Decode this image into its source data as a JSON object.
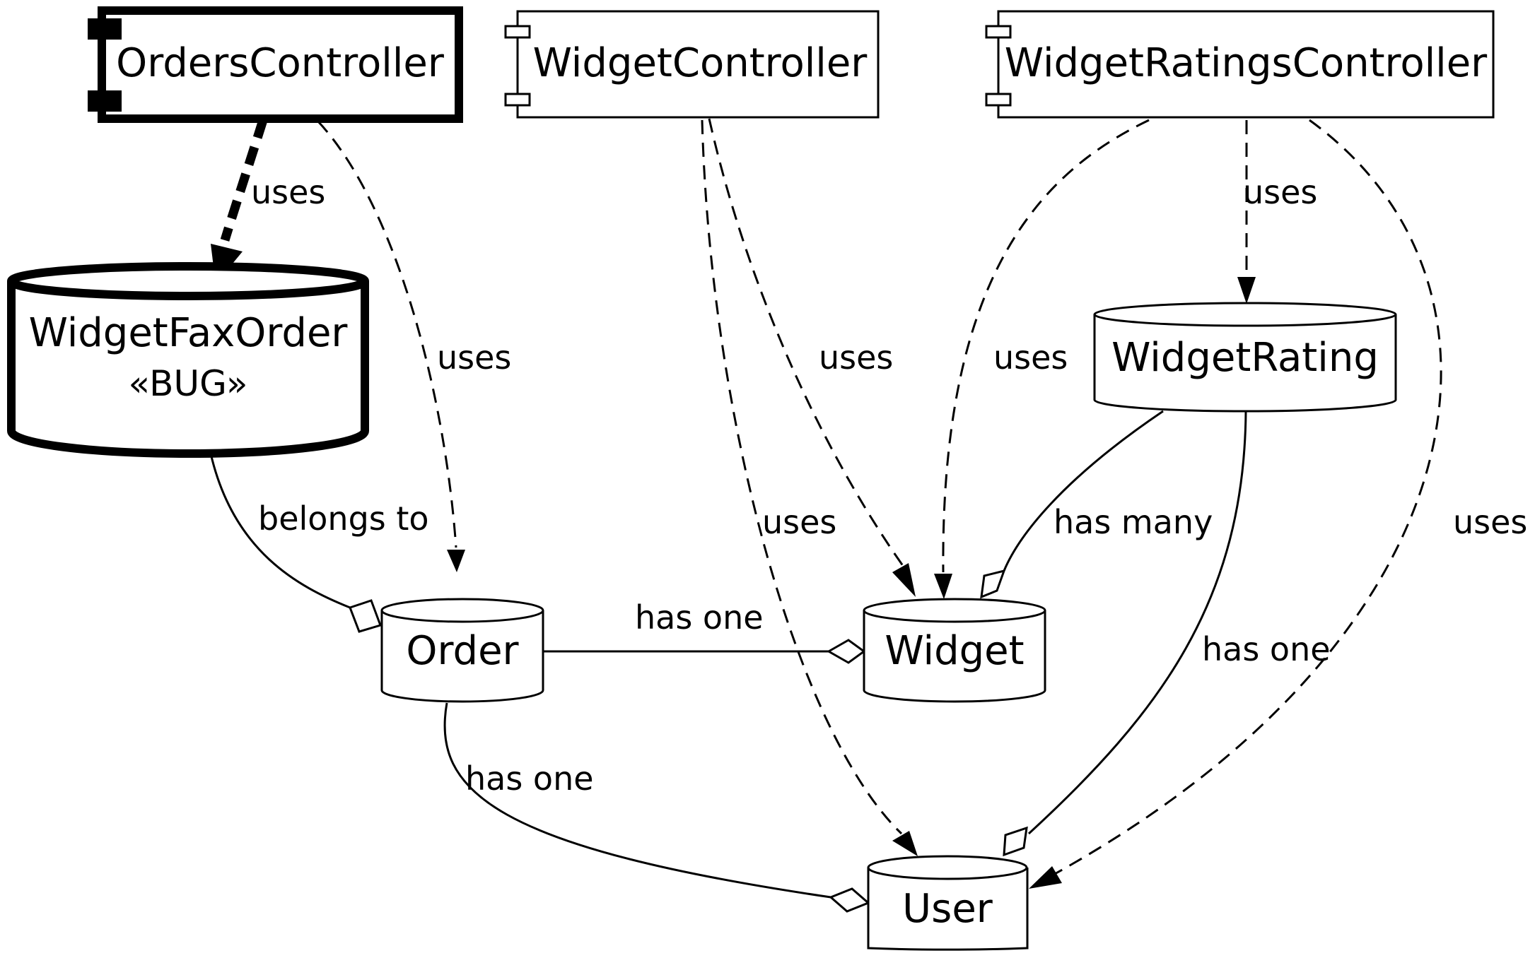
{
  "nodes": {
    "orders_controller": {
      "label": "OrdersController"
    },
    "widget_controller": {
      "label": "WidgetController"
    },
    "widget_ratings_controller": {
      "label": "WidgetRatingsController"
    },
    "widget_fax_order": {
      "label": "WidgetFaxOrder",
      "stereotype": "«BUG»"
    },
    "widget_rating": {
      "label": "WidgetRating"
    },
    "order": {
      "label": "Order"
    },
    "widget": {
      "label": "Widget"
    },
    "user": {
      "label": "User"
    }
  },
  "edges": {
    "oc_wfo": "uses",
    "oc_order": "uses",
    "wc_widget": "uses",
    "wc_user": "uses",
    "wrc_widget": "uses",
    "wrc_wr": "uses",
    "wrc_user": "uses",
    "wfo_order": "belongs to",
    "order_widget": "has one",
    "order_user": "has one",
    "wr_widget": "has many",
    "wr_user": "has one"
  }
}
